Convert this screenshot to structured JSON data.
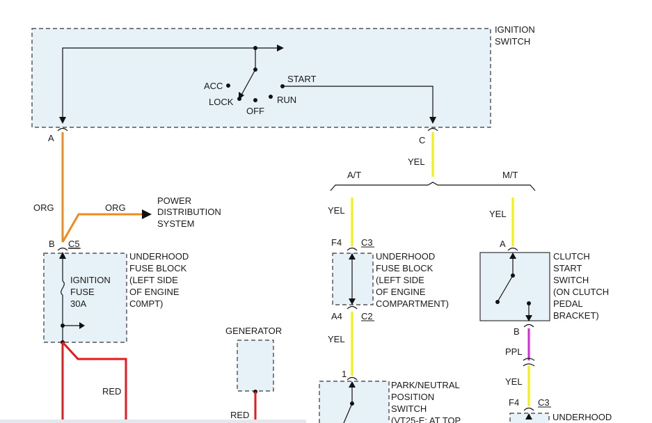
{
  "wire_colors": {
    "ORG": "#f28a1b",
    "YEL": "#f4f000",
    "RED": "#e8181c",
    "PPL": "#e020e0"
  },
  "ignition_switch": {
    "title_line1": "IGNITION",
    "title_line2": "SWITCH",
    "acc": "ACC",
    "lock": "LOCK",
    "off": "OFF",
    "run": "RUN",
    "start": "START",
    "terminal_a": "A",
    "terminal_c": "C"
  },
  "wires": {
    "org_left": "ORG",
    "org_branch": "ORG",
    "yel_top": "YEL",
    "yel_at": "YEL",
    "yel_mt": "YEL",
    "yel_pn": "YEL",
    "yel_bottom_right": "YEL",
    "ppl": "PPL",
    "red_left": "RED",
    "red_generator": "RED"
  },
  "split": {
    "at": "A/T",
    "mt": "M/T"
  },
  "power_distribution": {
    "line1": "POWER",
    "line2": "DISTRIBUTION",
    "line3": "SYSTEM"
  },
  "fuse_block_left": {
    "pin": "B",
    "connector": "C5",
    "line1": "UNDERHOOD",
    "line2": "FUSE BLOCK",
    "line3": "(LEFT SIDE",
    "line4": "OF ENGINE",
    "line5": "C0MPT)",
    "fuse_line1": "IGNITION",
    "fuse_line2": "FUSE",
    "fuse_line3": "30A"
  },
  "generator": {
    "label": "GENERATOR"
  },
  "fuse_block_mid": {
    "pin_top": "F4",
    "connector_top": "C3",
    "pin_bottom": "A4",
    "connector_bottom": "C2",
    "line1": "UNDERHOOD",
    "line2": "FUSE BLOCK",
    "line3": "(LEFT SIDE",
    "line4": "OF ENGINE",
    "line5": "COMPARTMENT)"
  },
  "clutch_switch": {
    "pin_top": "A",
    "pin_bottom": "B",
    "line1": "CLUTCH",
    "line2": "START",
    "line3": "SWITCH",
    "line4": "(ON CLUTCH",
    "line5": "PEDAL",
    "line6": "BRACKET)"
  },
  "park_neutral": {
    "pin": "1",
    "line1": "PARK/NEUTRAL",
    "line2": "POSITION",
    "line3": "SWITCH",
    "line4": "(VT25-E: AT TOP"
  },
  "fuse_block_right": {
    "pin": "F4",
    "connector": "C3",
    "line1": "UNDERHOOD"
  }
}
